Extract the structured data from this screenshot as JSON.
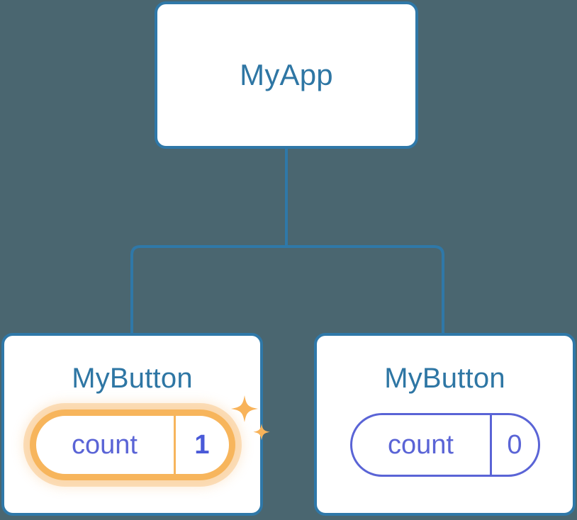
{
  "diagram": {
    "title": "component-tree",
    "background_color": "#4a6670",
    "node_border_color": "#2f78a8",
    "node_title_color": "#2e76a4",
    "connector_color": "#2f78a8",
    "highlight_color": "#f7b55c",
    "state_color": "#5a64d6",
    "root": {
      "label": "MyApp"
    },
    "children": [
      {
        "label": "MyButton",
        "state": {
          "key": "count",
          "value": "1"
        },
        "highlighted": true,
        "sparkle_icons": [
          "sparkle-large",
          "sparkle-small"
        ]
      },
      {
        "label": "MyButton",
        "state": {
          "key": "count",
          "value": "0"
        },
        "highlighted": false,
        "sparkle_icons": []
      }
    ]
  }
}
